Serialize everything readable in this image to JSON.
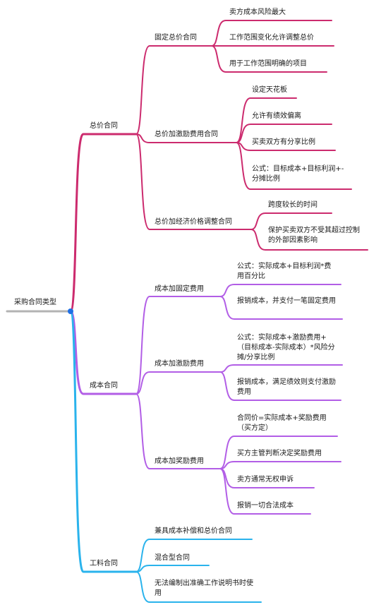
{
  "colors": {
    "root_line": "#b3b3b3",
    "root_dot": "#1f6fe5",
    "fixed_price_branch": "#cc2b6e",
    "cost_reimbursable_branch": "#b25ee6",
    "time_material_branch": "#2ab3ec"
  },
  "root": {
    "label": "采购合同类型"
  },
  "branches": [
    {
      "label": "总价合同",
      "children": [
        {
          "label": "固定总价合同",
          "children": [
            "卖方成本风险最大",
            "工作范围变化允许调整总价",
            "用于工作范围明确的项目"
          ]
        },
        {
          "label": "总价加激励费用合同",
          "children": [
            "设定天花板",
            "允许有绩效偏离",
            "买卖双方有分享比例",
            "公式：目标成本+目标利润+-分摊比例"
          ]
        },
        {
          "label": "总价加经济价格调整合同",
          "children": [
            "跨度较长的时间",
            "保护买卖双方不受其超过控制的外部因素影响"
          ]
        }
      ]
    },
    {
      "label": "成本合同",
      "children": [
        {
          "label": "成本加固定费用",
          "children": [
            "公式：实际成本+目标利润*费用百分比",
            "报销成本，并支付一笔固定费用"
          ]
        },
        {
          "label": "成本加激励费用",
          "children": [
            "公式：实际成本+激励费用+（目标成本-实际成本）*风险分摊/分享比例",
            "报销成本，满足绩效则支付激励费用"
          ]
        },
        {
          "label": "成本加奖励费用",
          "children": [
            "合同价=实际成本+奖励费用（买方定）",
            "买方主管判断决定奖励费用",
            "卖方通常无权申诉",
            "报销一切合法成本"
          ]
        }
      ]
    },
    {
      "label": "工料合同",
      "children": [
        {
          "label": "兼具成本补偿和总价合同",
          "children": []
        },
        {
          "label": "混合型合同",
          "children": []
        },
        {
          "label": "无法编制出准确工作说明书时使用",
          "children": []
        }
      ]
    }
  ]
}
